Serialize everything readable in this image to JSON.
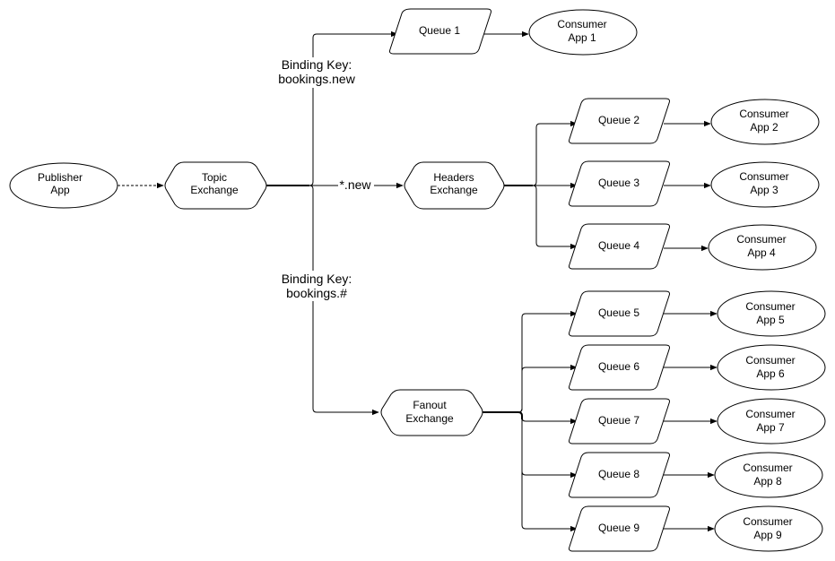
{
  "diagram": {
    "publisher": {
      "line1": "Publisher",
      "line2": "App"
    },
    "topic_exchange": {
      "line1": "Topic",
      "line2": "Exchange"
    },
    "headers_exchange": {
      "line1": "Headers",
      "line2": "Exchange"
    },
    "fanout_exchange": {
      "line1": "Fanout",
      "line2": "Exchange"
    },
    "queues": [
      {
        "label": "Queue 1"
      },
      {
        "label": "Queue 2"
      },
      {
        "label": "Queue 3"
      },
      {
        "label": "Queue 4"
      },
      {
        "label": "Queue 5"
      },
      {
        "label": "Queue 6"
      },
      {
        "label": "Queue 7"
      },
      {
        "label": "Queue 8"
      },
      {
        "label": "Queue 9"
      }
    ],
    "consumers": [
      {
        "line1": "Consumer",
        "line2": "App 1"
      },
      {
        "line1": "Consumer",
        "line2": "App 2"
      },
      {
        "line1": "Consumer",
        "line2": "App 3"
      },
      {
        "line1": "Consumer",
        "line2": "App 4"
      },
      {
        "line1": "Consumer",
        "line2": "App 5"
      },
      {
        "line1": "Consumer",
        "line2": "App 6"
      },
      {
        "line1": "Consumer",
        "line2": "App 7"
      },
      {
        "line1": "Consumer",
        "line2": "App 8"
      },
      {
        "line1": "Consumer",
        "line2": "App 9"
      }
    ],
    "edge_labels": {
      "binding_new": {
        "line1": "Binding Key:",
        "line2": "bookings.new"
      },
      "wildcard_new": "*.new",
      "binding_all": {
        "line1": "Binding Key:",
        "line2": "bookings.#"
      }
    }
  }
}
